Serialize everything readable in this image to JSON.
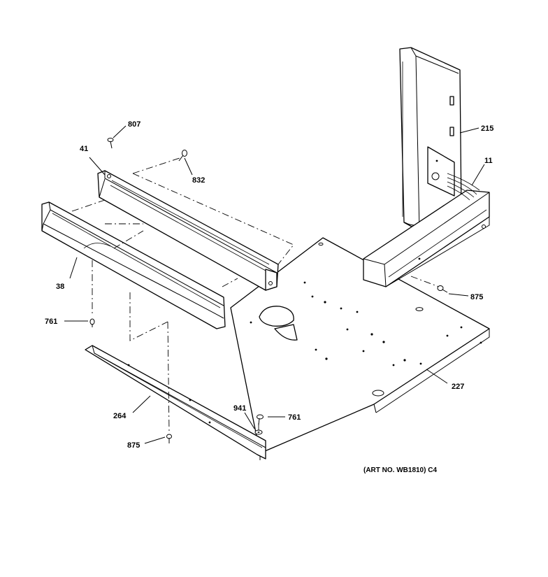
{
  "callouts": {
    "p807": "807",
    "p41": "41",
    "p832": "832",
    "p215": "215",
    "p11": "11",
    "p38": "38",
    "p875_right": "875",
    "p761_left": "761",
    "p227": "227",
    "p941": "941",
    "p761_right": "761",
    "p264": "264",
    "p875_bottom": "875"
  },
  "art_number": "(ART NO. WB1810) C4",
  "colors": {
    "ink": "#000000",
    "paper": "#ffffff"
  }
}
